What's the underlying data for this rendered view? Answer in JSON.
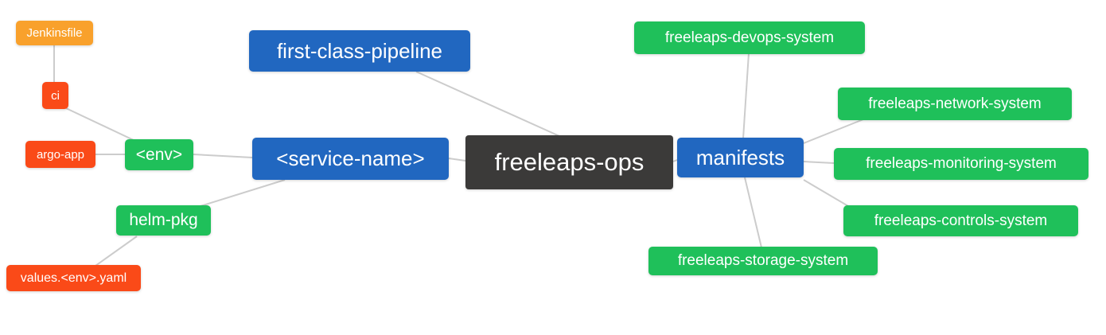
{
  "diagram": {
    "type": "mindmap",
    "colors": {
      "node_blue": "#2167C0",
      "node_green": "#1FC05A",
      "node_orange": "#F9A12C",
      "node_red": "#FA4A18",
      "node_dark": "#3B3A39",
      "edge_gray": "#CCCCCC",
      "text_white": "#FFFFFF"
    },
    "nodes": {
      "jenkinsfile": {
        "label": "Jenkinsfile",
        "color": "#F9A12C"
      },
      "ci": {
        "label": "ci",
        "color": "#FA4A18"
      },
      "argo_app": {
        "label": "argo-app",
        "color": "#FA4A18"
      },
      "env": {
        "label": "<env>",
        "color": "#1FC05A"
      },
      "helm_pkg": {
        "label": "helm-pkg",
        "color": "#1FC05A"
      },
      "values_env_yaml": {
        "label": "values.<env>.yaml",
        "color": "#FA4A18"
      },
      "first_class_pipeline": {
        "label": "first-class-pipeline",
        "color": "#2167C0"
      },
      "service_name": {
        "label": "<service-name>",
        "color": "#2167C0"
      },
      "freeleaps_ops": {
        "label": "freeleaps-ops",
        "color": "#3B3A39"
      },
      "manifests": {
        "label": "manifests",
        "color": "#2167C0"
      },
      "devops_system": {
        "label": "freeleaps-devops-system",
        "color": "#1FC05A"
      },
      "network_system": {
        "label": "freeleaps-network-system",
        "color": "#1FC05A"
      },
      "monitoring_system": {
        "label": "freeleaps-monitoring-system",
        "color": "#1FC05A"
      },
      "controls_system": {
        "label": "freeleaps-controls-system",
        "color": "#1FC05A"
      },
      "storage_system": {
        "label": "freeleaps-storage-system",
        "color": "#1FC05A"
      }
    },
    "edges": [
      {
        "from": "jenkinsfile",
        "to": "ci"
      },
      {
        "from": "ci",
        "to": "env"
      },
      {
        "from": "argo_app",
        "to": "env"
      },
      {
        "from": "env",
        "to": "service_name"
      },
      {
        "from": "helm_pkg",
        "to": "service_name"
      },
      {
        "from": "values_env_yaml",
        "to": "helm_pkg"
      },
      {
        "from": "first_class_pipeline",
        "to": "freeleaps_ops"
      },
      {
        "from": "service_name",
        "to": "freeleaps_ops"
      },
      {
        "from": "freeleaps_ops",
        "to": "manifests"
      },
      {
        "from": "manifests",
        "to": "devops_system"
      },
      {
        "from": "manifests",
        "to": "network_system"
      },
      {
        "from": "manifests",
        "to": "monitoring_system"
      },
      {
        "from": "manifests",
        "to": "controls_system"
      },
      {
        "from": "manifests",
        "to": "storage_system"
      }
    ]
  }
}
